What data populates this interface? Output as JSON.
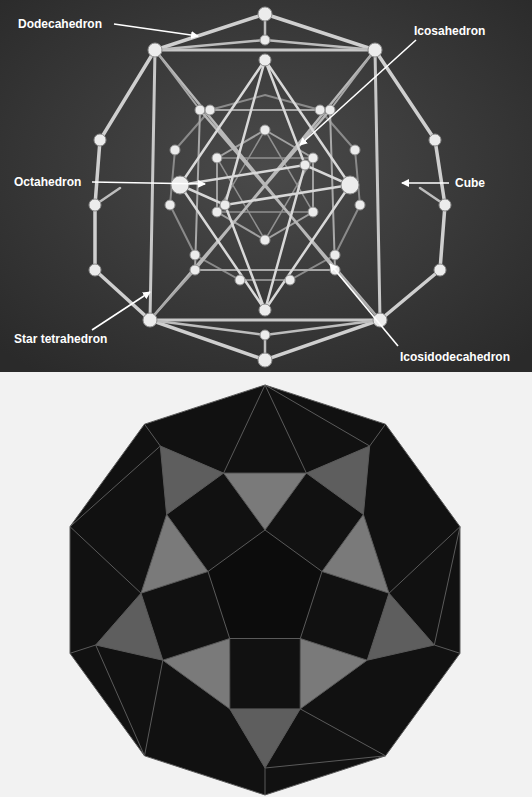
{
  "diagram": {
    "labels": [
      "Dodecahedron",
      "Icosahedron",
      "Octahedron",
      "Cube",
      "Star tetrahedron",
      "Icosidodecahedron"
    ]
  }
}
